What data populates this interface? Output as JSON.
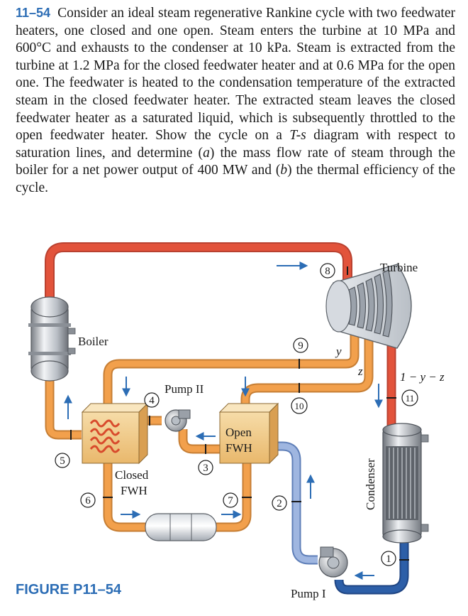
{
  "problem": {
    "number": "11–54",
    "text_1": "Consider an ideal steam regenerative Rankine cycle with two feedwater heaters, one closed and one open. Steam enters the turbine at 10 MPa and 600°C and exhausts to the condenser at 10 kPa. Steam is extracted from the turbine at 1.2 MPa for the closed feedwater heater and at 0.6 MPa for the open one. The feed­water is heated to the condensation temperature of the extracted steam in the closed feedwater heater. The extracted steam leaves the closed feedwater heater as a saturated liquid, which is sub­sequently throttled to the open feedwater heater. Show the cycle on a ",
    "ts": "T-s",
    "text_2": " diagram with respect to saturation lines, and determine (",
    "a": "a",
    "text_3": ") the mass flow rate of steam through the boiler for a net power output of 400 MW and (",
    "b": "b",
    "text_4": ") the thermal efficiency of the cycle."
  },
  "labels": {
    "turbine": "Turbine",
    "boiler": "Boiler",
    "pump_ii": "Pump II",
    "pump_i": "Pump I",
    "open_fwh_1": "Open",
    "open_fwh_2": "FWH",
    "closed_fwh_1": "Closed",
    "closed_fwh_2": "FWH",
    "condenser": "Condenser",
    "y": "y",
    "z": "z",
    "rest": "1 − y − z"
  },
  "states": [
    "1",
    "2",
    "3",
    "4",
    "5",
    "6",
    "7",
    "8",
    "9",
    "10",
    "11"
  ],
  "figure_caption": "FIGURE P11–54",
  "colors": {
    "hot_steam": "#e2533b",
    "warm_pipe": "#f2a04c",
    "cold_pipe": "#8ea8d8",
    "condensate": "#2d5fa8",
    "accent": "#2c6db5"
  }
}
